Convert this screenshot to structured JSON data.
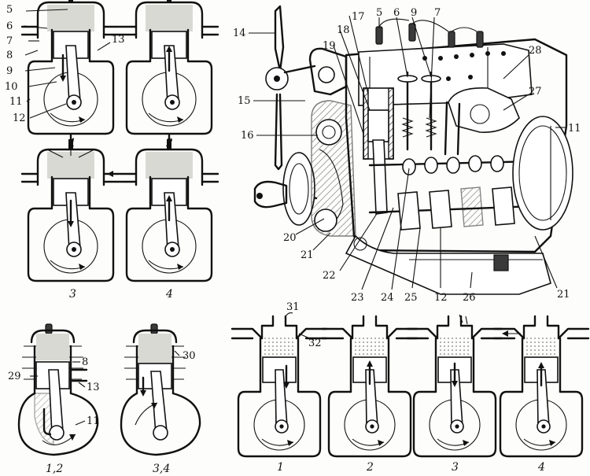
{
  "labels": {
    "l5": "5",
    "l6": "6",
    "l7": "7",
    "l8": "8",
    "l9": "9",
    "l10": "10",
    "l11": "11",
    "l12": "12",
    "l13": "13",
    "l14": "14",
    "l15": "15",
    "l16": "16",
    "l17": "17",
    "l18": "18",
    "l19": "19",
    "l20": "20",
    "l21": "21",
    "l22": "22",
    "l23": "23",
    "l24": "24",
    "l25": "25",
    "l26": "26",
    "l27": "27",
    "l28": "28",
    "l29": "29",
    "l30": "30",
    "l31": "31",
    "l32": "32"
  },
  "captions": {
    "c1": "1",
    "c2": "2",
    "c3": "3",
    "c4": "4",
    "c12": "1,2",
    "c34": "3,4",
    "b1": "1",
    "b2": "2",
    "b3": "3",
    "b4": "4"
  }
}
